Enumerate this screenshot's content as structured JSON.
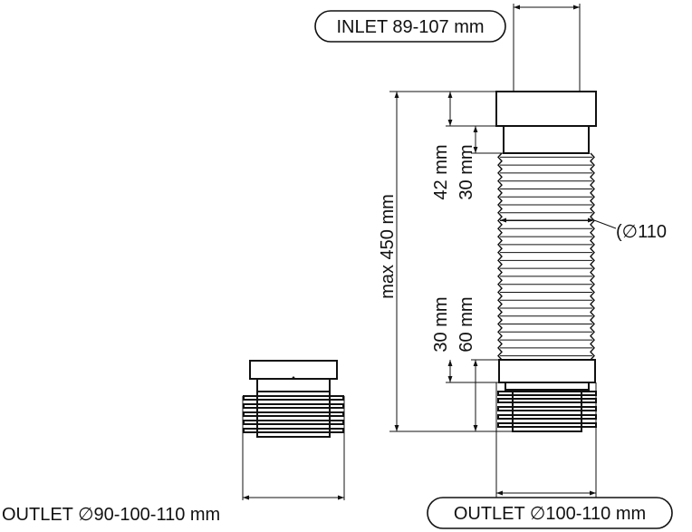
{
  "labels": {
    "inlet": "INLET 89-107 mm",
    "outlet_right": "OUTLET ∅100-110 mm",
    "outlet_left": "OUTLET ∅90-100-110 mm",
    "diameter_mid": "(∅110",
    "dim_max": "max 450 mm",
    "dim_42_top": "42 mm",
    "dim_30_top": "30 mm",
    "dim_30_bottom": "30 mm",
    "dim_60_bottom": "60 mm"
  }
}
